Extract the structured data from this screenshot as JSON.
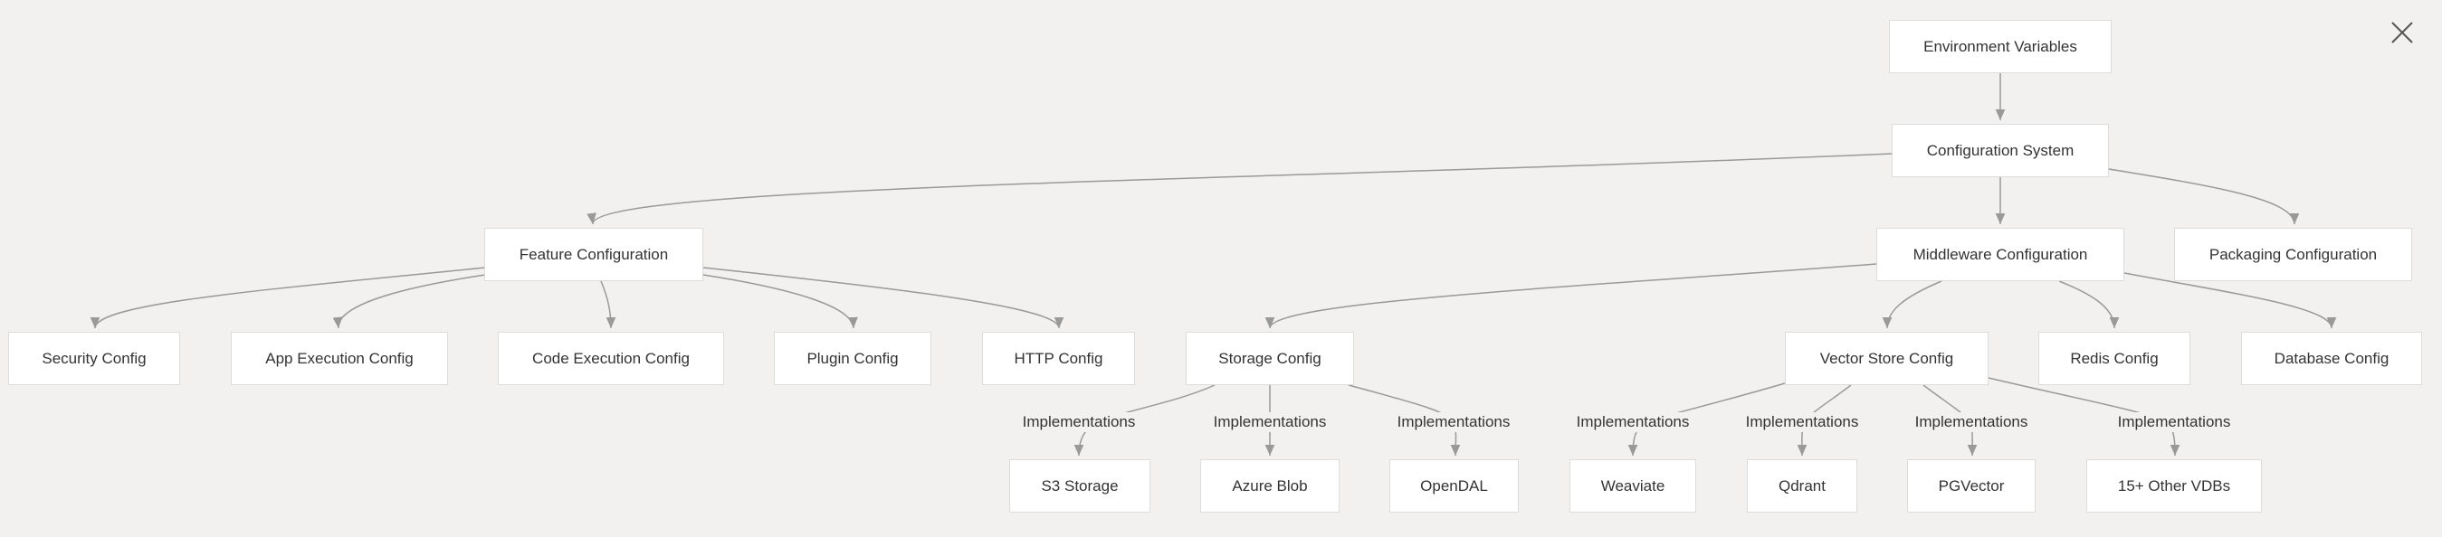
{
  "nodes": {
    "env": "Environment Variables",
    "config": "Configuration System",
    "feature": "Feature Configuration",
    "middleware": "Middleware Configuration",
    "packaging": "Packaging Configuration",
    "security": "Security Config",
    "appexec": "App Execution Config",
    "codeexec": "Code Execution Config",
    "plugin": "Plugin Config",
    "http": "HTTP Config",
    "storage": "Storage Config",
    "vector": "Vector Store Config",
    "redis": "Redis Config",
    "database": "Database Config",
    "s3": "S3 Storage",
    "azure": "Azure Blob",
    "opendal": "OpenDAL",
    "weaviate": "Weaviate",
    "qdrant": "Qdrant",
    "pgvector": "PGVector",
    "othervdb": "15+ Other VDBs"
  },
  "edge_label": "Implementations",
  "icons": {
    "close": "close-icon"
  },
  "colors": {
    "edge": "#999999",
    "node_border": "#dcdcdc",
    "background": "#f2f1ef"
  }
}
